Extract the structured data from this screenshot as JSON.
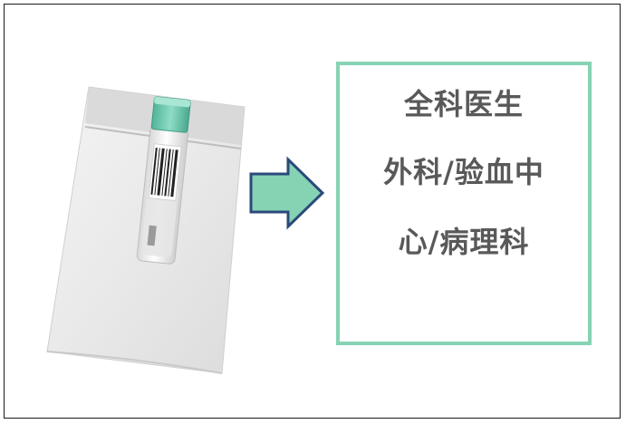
{
  "destination": {
    "lines": [
      "全科医生",
      "外科/验血中",
      "心/病理科"
    ]
  },
  "colors": {
    "box_border": "#86d3b4",
    "arrow_fill": "#86d3b4",
    "arrow_stroke": "#2b4a7a",
    "cap": "#5fc4a8",
    "text": "#595959"
  },
  "icons": [
    "specimen-bag-icon",
    "sample-tube-icon",
    "barcode-icon",
    "right-arrow-icon"
  ]
}
